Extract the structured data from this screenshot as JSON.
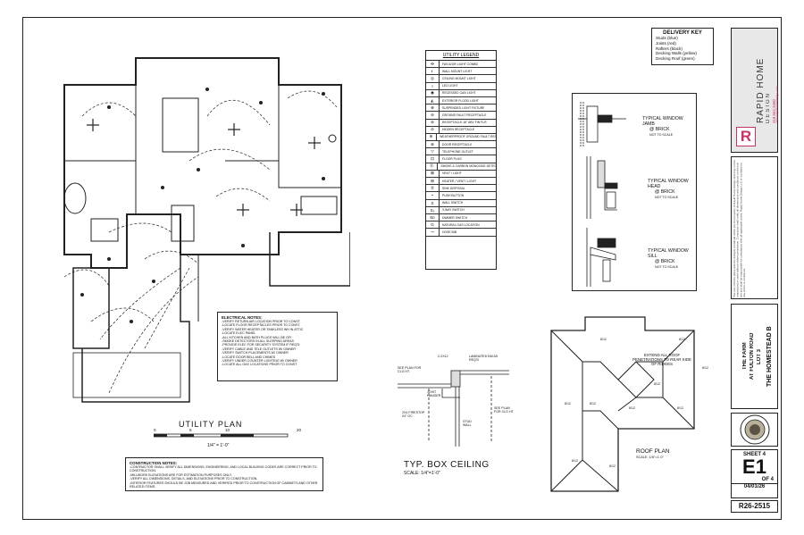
{
  "utility_legend": {
    "title": "UTILITY LEGEND",
    "items": [
      {
        "icon": "fan-light-icon",
        "label": "FAN &/OR LIGHT COMBO"
      },
      {
        "icon": "wall-light-icon",
        "label": "WALL MOUNT LIGHT"
      },
      {
        "icon": "ceiling-light-icon",
        "label": "CEILING MOUNT LIGHT"
      },
      {
        "icon": "led-light-icon",
        "label": "LED LIGHT"
      },
      {
        "icon": "can-light-icon",
        "label": "RECESSED CAN LIGHT"
      },
      {
        "icon": "flood-light-icon",
        "label": "EXTERIOR FLOOD LIGHT"
      },
      {
        "icon": "suspended-light-icon",
        "label": "SUSPENDED LIGHT FIXTURE"
      },
      {
        "icon": "gfi-icon",
        "label": "GROUND FAULT RECEPTACLE"
      },
      {
        "icon": "receptacle-icon",
        "label": "RECEPTACLE 18\" ABV FIN FLR"
      },
      {
        "icon": "hidden-receptacle-icon",
        "label": "HIDDEN RECEPTACLE"
      },
      {
        "icon": "wp-receptacle-icon",
        "label": "WEATHERPROOF GROUND FAULT RECEPTACLE"
      },
      {
        "icon": "door-receptacle-icon",
        "label": "DOOR RECEPTACLE"
      },
      {
        "icon": "telephone-icon",
        "label": "TELEPHONE OUTLET"
      },
      {
        "icon": "floor-plug-icon",
        "label": "FLOOR PLUG"
      },
      {
        "icon": "smoke-detector-icon",
        "label": "SMOKE & CARBON MONOXIDE DETECTOR"
      },
      {
        "icon": "vent-icon",
        "label": "VENT / LIGHT"
      },
      {
        "icon": "heater-icon",
        "label": "HEATER / VENT / LIGHT"
      },
      {
        "icon": "disposal-icon",
        "label": "SINK DISPOSAL"
      },
      {
        "icon": "push-button-icon",
        "label": "PUSH BUTTON"
      },
      {
        "icon": "switch-icon",
        "label": "WALL SWITCH"
      },
      {
        "icon": "three-way-switch-icon",
        "label": "3-WAY SWITCH"
      },
      {
        "icon": "dimmer-icon",
        "label": "DIMMER SWITCH"
      },
      {
        "icon": "gas-icon",
        "label": "NATURAL GAS LOCATION"
      },
      {
        "icon": "hose-bib-icon",
        "label": "HOSE BIB"
      }
    ]
  },
  "delivery_key": {
    "title": "DELIVERY KEY",
    "items": [
      "Studs (blue)",
      "Joists (red)",
      "Rafters (black)",
      "Decking Walls (yellow)",
      "Decking Roof (green)"
    ]
  },
  "electrical_notes": {
    "title": "ELECTRICAL NOTES:",
    "lines": [
      "-VERIFY RETURN AIR LOCATION PRIOR TO CONST.",
      "-LOCATE FLOOR RECEPTACLES PRIOR TO CONST.",
      "-VERIFY WATER HEATER OR TANKLESS WH IN ATTIC",
      "-LOCATE ELEC PANEL",
      "-ALL KITCHEN AND BATH PLUGS WILL BE GFI",
      "-SMOKE DETECTORS IN ALL SLEEPING AREAS",
      "-PROVIDE ELEC FOR SECURITY SYSTEM IF REQ'D",
      "-VERIFY CABLE AND TELE OUTLETS W/ OWNER",
      "-VERIFY SWITCH PLACEMENTS W/ OWNER",
      "-LOCATE DOOR BELL AND CHIMES",
      "-VERIFY UNDER COUNTER LIGHTING W/ OWNER",
      "-LOCATE ALL GAS LOCATIONS PRIOR TO CONST"
    ]
  },
  "construction_notes": {
    "title": "CONSTRUCTION NOTES:",
    "lines": [
      "-CONTRACTOR SHALL VERIFY ALL DIMENSIONS, ENGINEERING, AND LOCAL BUILDING CODES ARE CORRECT PRIOR TO CONSTRUCTION.",
      "-MILLWORK ELEVATIONS ARE FOR ESTIMATION PURPOSES ONLY.",
      "-VERIFY ALL DIMENSIONS, DETAILS, AND ELEVATIONS PRIOR TO CONSTRUCTION.",
      "-INTERIOR FEATURES SHOULD BE JOB MEASURED AND VERIFIED PRIOR TO CONSTRUCTION OF CABINETS AND OTHER RELATED ITEMS."
    ]
  },
  "utility_plan": {
    "title": "UTILITY PLAN",
    "scale": "1/4\" = 1'-0\"",
    "bar_labels": [
      "0",
      "5",
      "10",
      "",
      "20"
    ]
  },
  "box_ceiling": {
    "title": "TYP. BOX CEILING",
    "scale": "SCALE: 1/4\"=1'-0\"",
    "labels": [
      "SEE PLAN FOR CLG HT.",
      "2-2X12",
      "LAMINATED BM AS REQ'D",
      "JOIST HANGER",
      "2X4 FIRESTOP 24\" OC",
      "STUD WALL",
      "SEE PLAN FOR CLG HT."
    ]
  },
  "wall_details": [
    {
      "title": "TYPICAL WINDOW JAMB",
      "subtitle": "@ BRICK",
      "scale": "NOT TO SCALE"
    },
    {
      "title": "TYPICAL WINDOW HEAD",
      "subtitle": "@ BRICK",
      "scale": "NOT TO SCALE"
    },
    {
      "title": "TYPICAL WINDOW SILL",
      "subtitle": "@ BRICK",
      "scale": "NOT TO SCALE"
    }
  ],
  "roof_plan": {
    "title": "ROOF PLAN",
    "scale": "SCALE: 1/8\"=1'-0\"",
    "note": "EXTEND ALL ROOF PENETRATIONS TO REAR SIDE OF RIDGES",
    "pitch": "8/12"
  },
  "title_block": {
    "company": "RAPID HOME",
    "company_sub": "DESIGN",
    "phone": "318.562.3460",
    "website": "www.rapidhomedesign.com",
    "logo_letter": "R",
    "disclaimer": "The use of these plans and the designs contained within are the property of Rapid Home Design and may not be reproduced or used without written permission. Contractor shall verify all dimensions and conditions on the job site and shall be responsible for compliance with all applicable codes. Rapid Home Design LLC is not liable for any errors or omissions.",
    "project_line1": "THE FARM",
    "project_line2": "AT FULTON ROAD",
    "project_line3": "LOT 3",
    "plan_name": "THE HOMESTEAD B",
    "seal_text": "RESIDENTIAL DESIGN",
    "sheet_label": "SHEET 4",
    "sheet_code": "E1",
    "of_label": "OF 4",
    "date": "04/01/26",
    "job_number": "R26-2515"
  },
  "colors": {
    "accent": "#c8326a",
    "ink": "#111111",
    "panel_bg": "#e8e8e8"
  }
}
